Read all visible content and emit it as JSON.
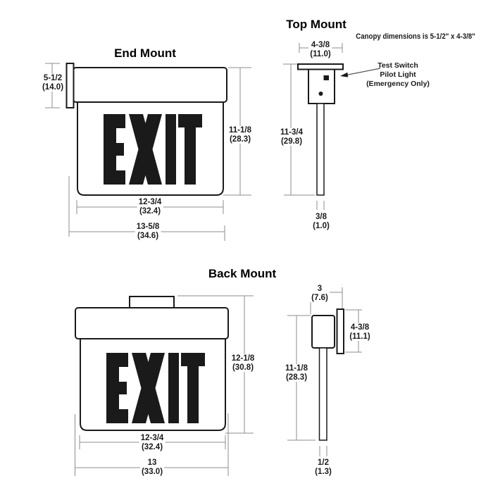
{
  "end_mount": {
    "title": "End Mount",
    "sign_text": "EXIT",
    "dims": {
      "left": {
        "in": "5-1/2",
        "cm": "(14.0)"
      },
      "right": {
        "in": "11-1/8",
        "cm": "(28.3)"
      },
      "inner_width": {
        "in": "12-3/4",
        "cm": "(32.4)"
      },
      "outer_width": {
        "in": "13-5/8",
        "cm": "(34.6)"
      }
    }
  },
  "top_mount": {
    "title": "Top Mount",
    "note": "Canopy dimensions is 5-1/2\" x 4-3/8\"",
    "callout": {
      "line1": "Test Switch",
      "line2": "Pilot Light",
      "line3": "(Emergency Only)"
    },
    "dims": {
      "canopy_width": {
        "in": "4-3/8",
        "cm": "(11.0)"
      },
      "height": {
        "in": "11-3/4",
        "cm": "(29.8)"
      },
      "blade_thickness": {
        "in": "3/8",
        "cm": "(1.0)"
      }
    }
  },
  "back_mount": {
    "title": "Back Mount",
    "sign_text": "EXIT",
    "dims": {
      "right": {
        "in": "12-1/8",
        "cm": "(30.8)"
      },
      "inner_width": {
        "in": "12-3/4",
        "cm": "(32.4)"
      },
      "outer_width": {
        "in": "13",
        "cm": "(33.0)"
      },
      "side_depth": {
        "in": "3",
        "cm": "(7.6)"
      },
      "plate_height": {
        "in": "4-3/8",
        "cm": "(11.1)"
      },
      "side_height": {
        "in": "11-1/8",
        "cm": "(28.3)"
      },
      "blade_thickness": {
        "in": "1/2",
        "cm": "(1.3)"
      }
    }
  },
  "colors": {
    "line": "#1a1a1a",
    "dimension": "#8c8c8c",
    "background": "#ffffff"
  }
}
